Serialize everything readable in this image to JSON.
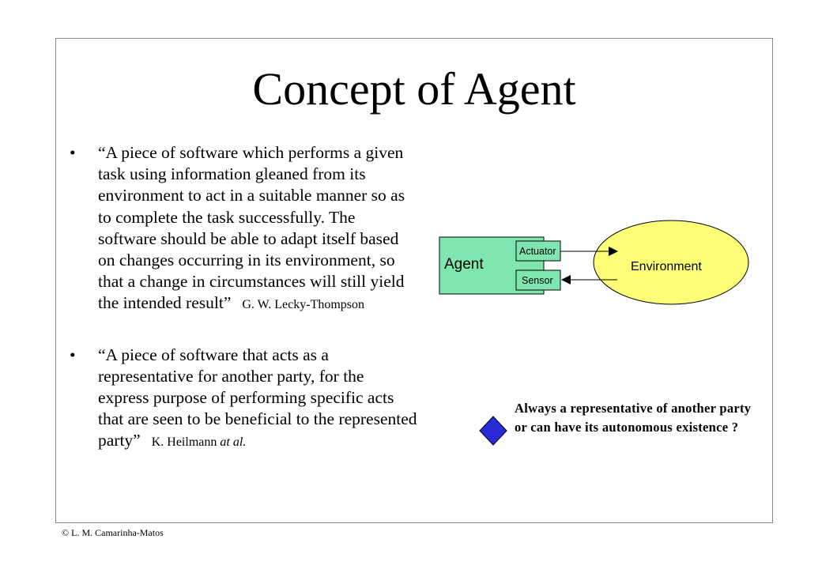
{
  "slide": {
    "title": "Concept of Agent",
    "bullet_symbol": "•",
    "bullets": [
      {
        "quote": "“A piece of software which performs a given task using information gleaned from its environment to act in a suitable manner so as to complete the task successfully. The software should be able to adapt itself based on changes occurring in its environment, so that a change in circumstances will still yield the intended result”",
        "author": "G. W. Lecky-Thompson",
        "author_suffix": ""
      },
      {
        "quote": "“A piece of software that acts as a representative for another party, for the express purpose of performing specific acts that are seen to be beneficial to the represented party”",
        "author": "K. Heilmann",
        "author_suffix": "at al."
      }
    ]
  },
  "diagram": {
    "agent_label": "Agent",
    "actuator_label": "Actuator",
    "sensor_label": "Sensor",
    "environment_label": "Environment",
    "colors": {
      "agent_fill": "#7fe6b0",
      "environment_fill": "#ffff77",
      "stroke": "#000000"
    }
  },
  "note": {
    "text": "Always a representative of another party or can have its autonomous existence ?",
    "icon": "blue-diamond-icon",
    "icon_color": "#2a2ad6"
  },
  "footer": {
    "copyright": "© L. M. Camarinha-Matos"
  }
}
